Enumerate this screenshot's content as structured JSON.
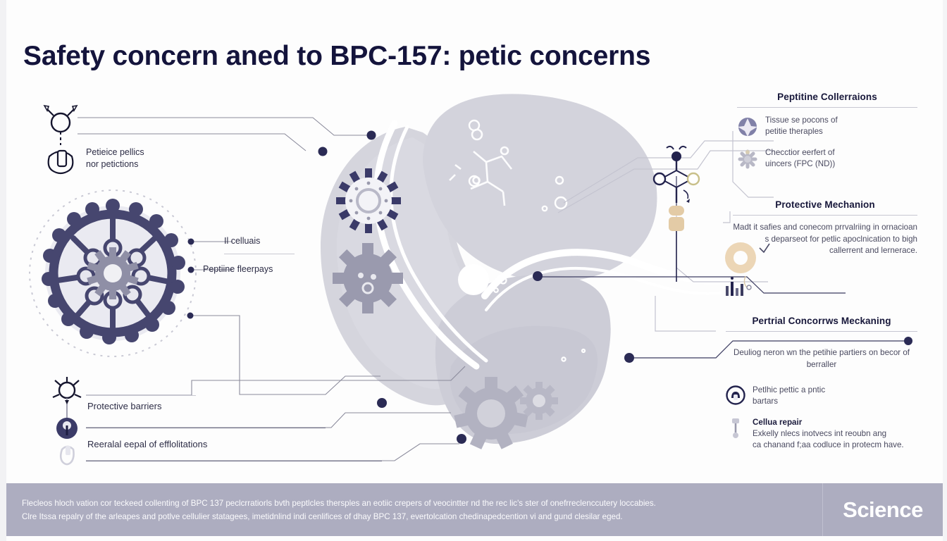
{
  "page": {
    "title": "Safety concern aned to BPC-157: petic concerns",
    "bg_color": "#fdfdfd",
    "accent_dark": "#2b2b55",
    "accent_gray": "#adadc0",
    "accent_tan": "#e6cfae"
  },
  "left": {
    "callout_top": {
      "line1": "Petieice pellics",
      "line2": "nor petictions",
      "icon_molecule": "molecule-icon",
      "icon_capsule": "capsule-icon"
    },
    "hub_labels": [
      {
        "text": "Il celluais"
      },
      {
        "text": "Peptiine fleerpays"
      }
    ],
    "callout_bottom": {
      "line1": "Protective barriers",
      "line2": "Reeralal eepal of efflolitations",
      "icon_node": "node-icon",
      "icon_shield": "shield-dot-icon",
      "icon_flask": "flask-icon"
    }
  },
  "right": {
    "section1": {
      "heading": "Peptitine Collerraions",
      "items": [
        {
          "icon": "flower-burst-icon",
          "line1": "Tissue se pocons of",
          "line2": "petitie theraples"
        },
        {
          "icon": "snowflake-icon",
          "line1": "Checctior eerfert of",
          "line2": "uincers (FPC (ND))"
        }
      ]
    },
    "section2": {
      "heading": "Protective Mechanion",
      "paragraph": "Madt it safies and conecom prrvalriing in ornacioan s deparseot for petlic apoclnication to bigh callerrent and lernerace."
    },
    "section3": {
      "heading": "Pertrial Concorrws Meckaning",
      "paragraph": "Deuliog neron wn the petihie partiers on becor of berraller",
      "items": [
        {
          "icon": "lock-circle-icon",
          "line1": "Petlhic pettic a pntic",
          "line2": "bartars"
        },
        {
          "icon": "pin-icon",
          "heading": "Cellua repair",
          "line1": "Exkelly nlecs     inotvecs int reoubn ang",
          "line2": "ca chanand f;aa codluce in protecm have."
        }
      ]
    }
  },
  "banner": {
    "line1": "Flecleos hloch vation cor teckeed collenting of BPC 137 peclcrratiorls bvth peptlcles thersples an eotiic crepers of veocintter nd the rec lic's ster of onefrreclenccutery loccabies.",
    "line2": "Clre Itssa repalry of the arleapes and potlve cellulier statagees, imetidnlind indi cenlifices of dhay BPC 137, evertolcation chedinapedcention vi and gund clesilar eged.",
    "brand": "Science"
  }
}
